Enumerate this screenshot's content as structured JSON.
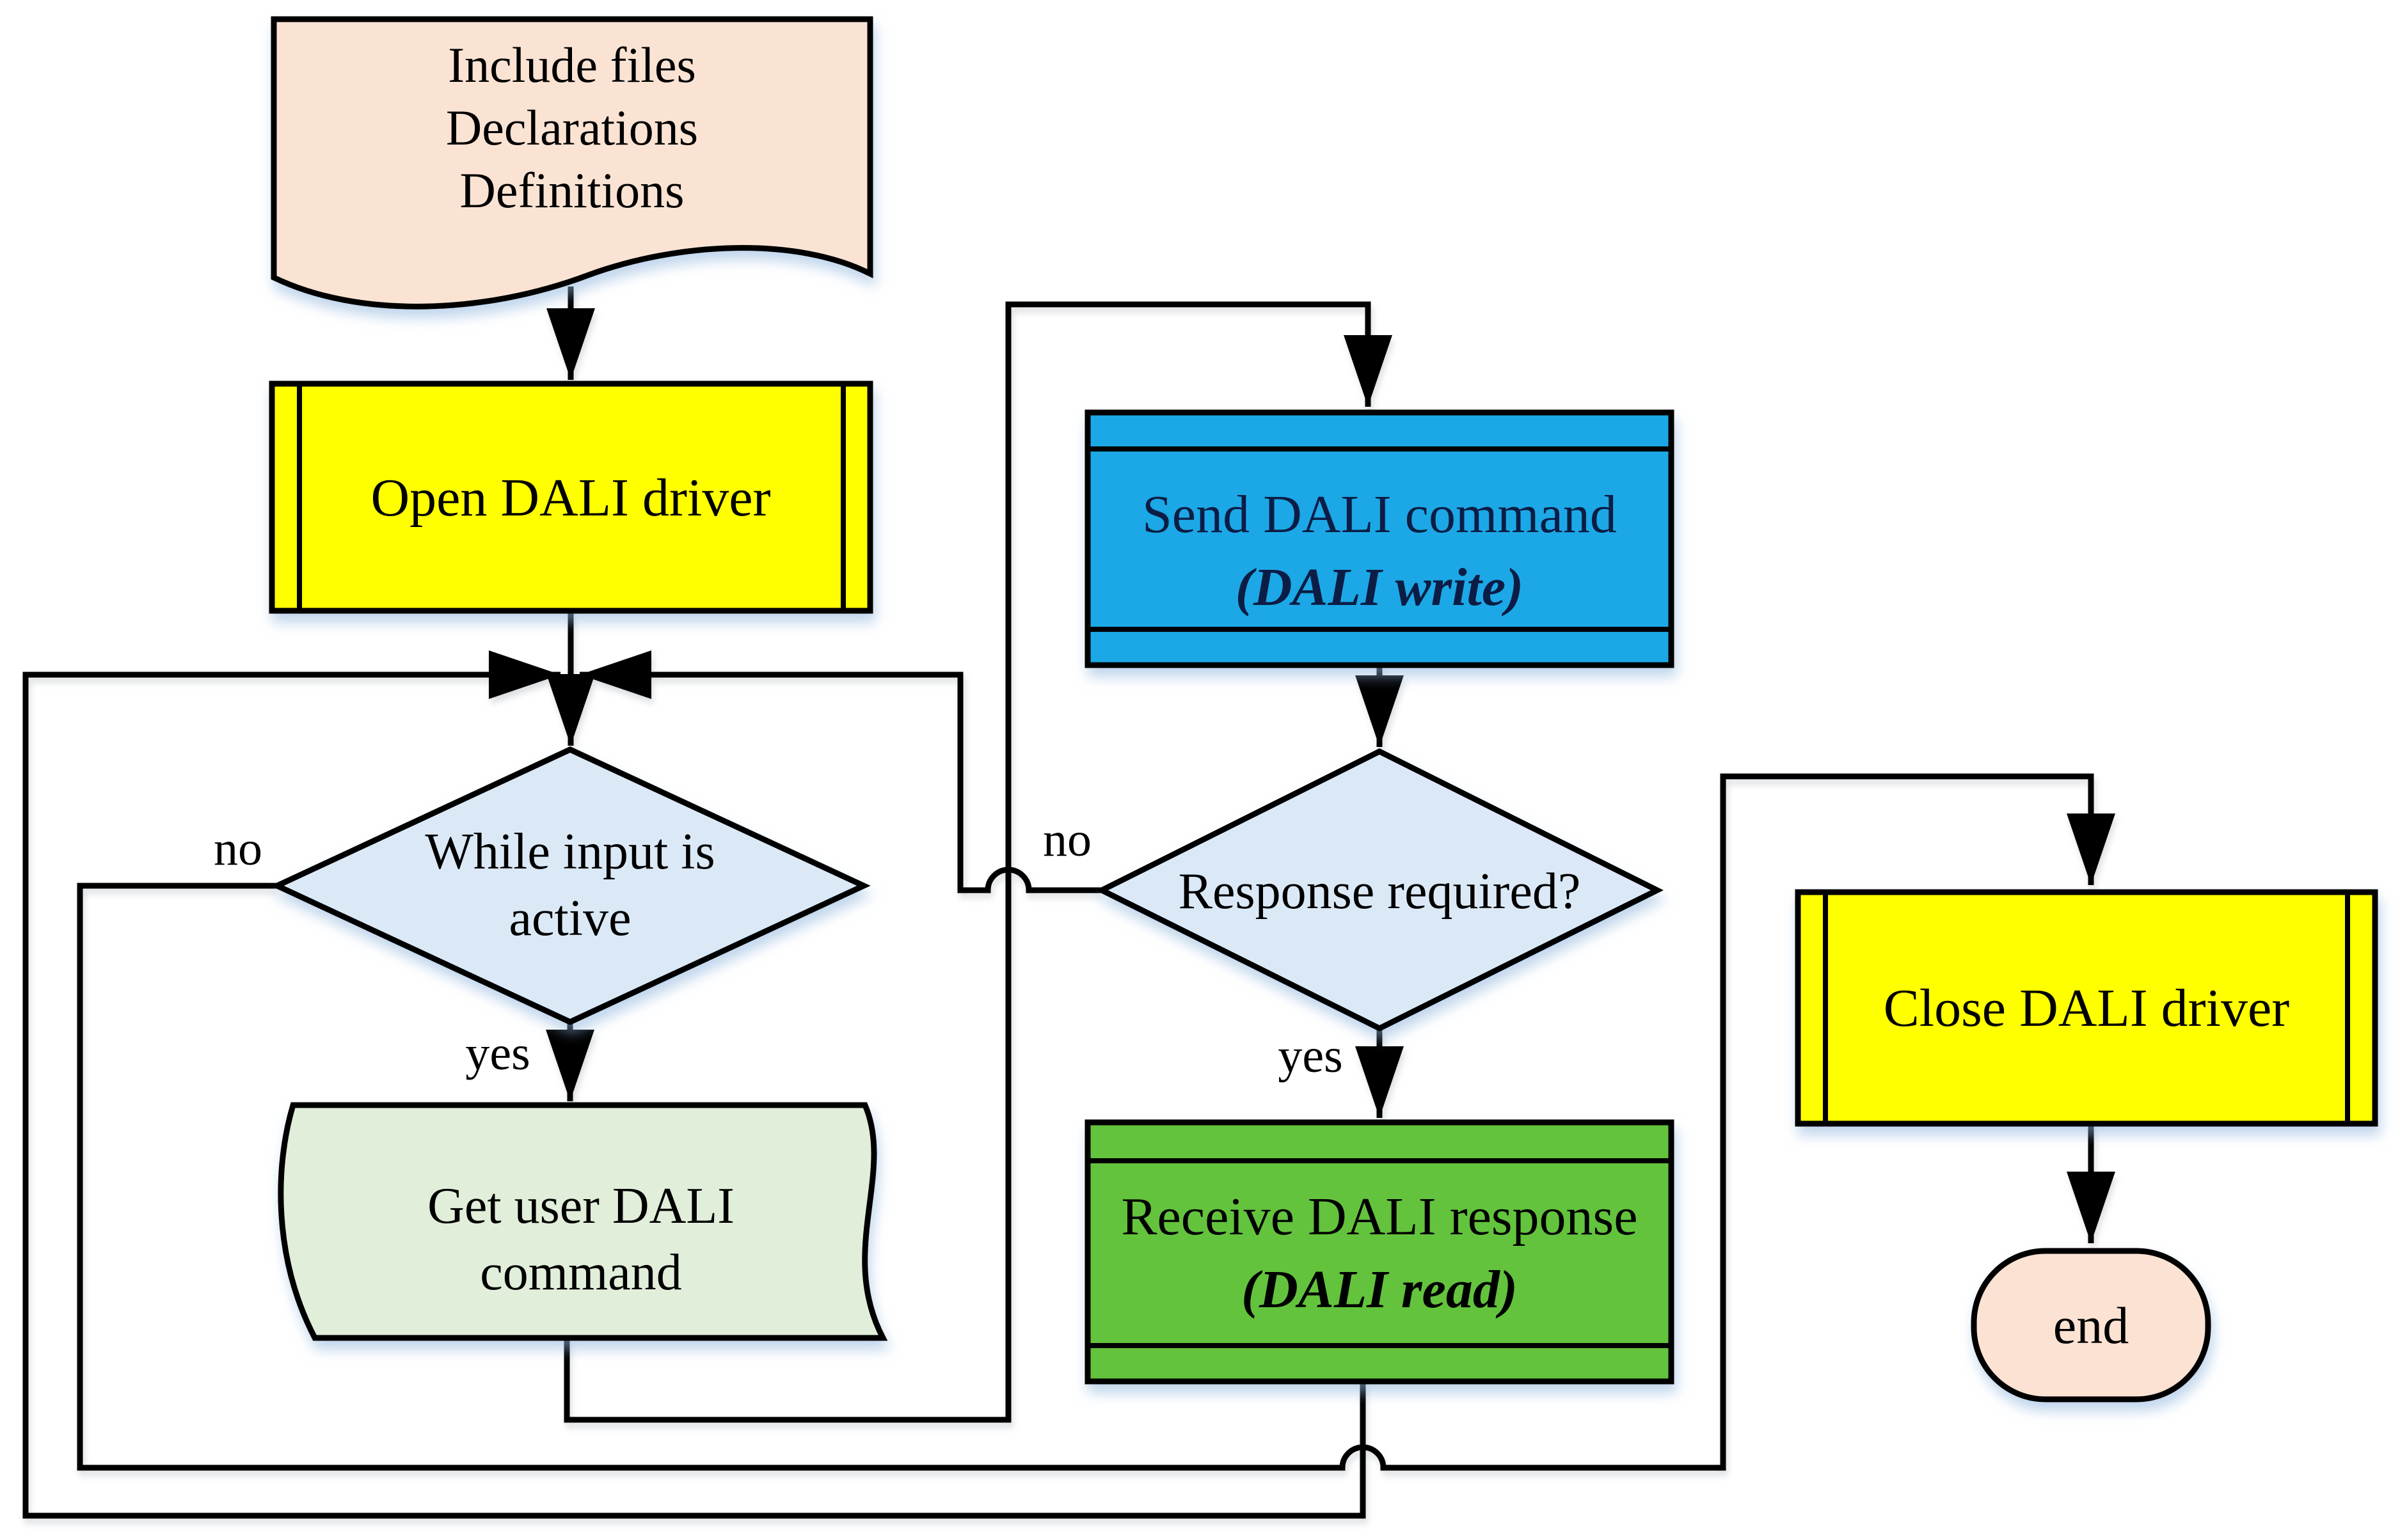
{
  "diagram": {
    "type": "flowchart",
    "nodes": {
      "include": {
        "line1": "Include files",
        "line2": "Declarations",
        "line3": "Definitions"
      },
      "open": {
        "label": "Open DALI driver"
      },
      "while_input": {
        "line1": "While input is",
        "line2": "active"
      },
      "get_user": {
        "line1": "Get user DALI",
        "line2": "command"
      },
      "send": {
        "line1": "Send DALI command",
        "line2": "(DALI write)"
      },
      "response": {
        "label": "Response required?"
      },
      "receive": {
        "line1": "Receive DALI response",
        "line2": "(DALI read)"
      },
      "close": {
        "label": "Close DALI driver"
      },
      "end": {
        "label": "end"
      }
    },
    "edge_labels": {
      "while_no": "no",
      "while_yes": "yes",
      "response_no": "no",
      "response_yes": "yes"
    },
    "colors": {
      "process_yellow": "#ffff00",
      "send_blue": "#1aa8e6",
      "receive_green": "#63c33e",
      "decision_blue": "#dbe9f7",
      "input_green": "#e1eed9",
      "document_peach": "#fbe3d3",
      "terminator_peach": "#fbe2d2",
      "line_black": "#000000",
      "send_text_navy": "#0c1d45"
    }
  }
}
